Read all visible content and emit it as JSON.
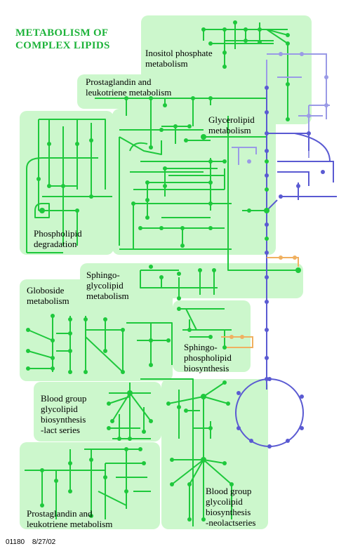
{
  "title": "METABOLISM OF\nCOMPLEX LIPIDS",
  "regions": {
    "inositol": "Inositol phosphate\nmetabolism",
    "prostaglandin_top": "Prostaglandin and\nleukotriene metabolism",
    "glycerolipid": "Glycerolipid\nmetabolism",
    "phospholipid": "Phospholipid\ndegradation",
    "sphingoglycolipid": "Sphingo-\nglycolipid\nmetabolism",
    "globoside": "Globoside\nmetabolism",
    "sphingophospholipid": "Sphingo-\nphospholipid\nbiosynthesis",
    "blood_lact": "Blood group\nglycolipid\nbiosynthesis\n-lact series",
    "blood_neolact": "Blood group\nglycolipid\nbiosynthesis\n-neolactseries",
    "prostaglandin_bottom": "Prostaglandin and\nleukotriene metabolism"
  },
  "footer": {
    "map_id": "01180",
    "date": "8/27/02"
  },
  "colors": {
    "region_fill": "#ccf7cc",
    "green_path": "#1ec83c",
    "blue_path": "#5a5ad2",
    "lilac_path": "#9a9ae6",
    "orange_path": "#f0b060",
    "title_green": "#1db33a"
  }
}
